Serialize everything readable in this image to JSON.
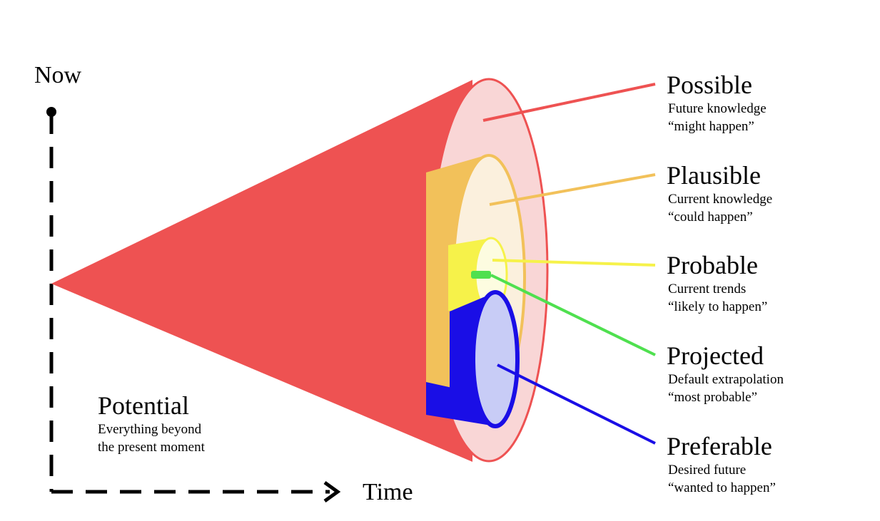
{
  "axes": {
    "now_label": "Now",
    "time_label": "Time"
  },
  "potential": {
    "title": "Potential",
    "line1": "Everything beyond",
    "line2": "the present moment"
  },
  "categories": [
    {
      "key": "possible",
      "title": "Possible",
      "line1": "Future knowledge",
      "line2": "“might happen”",
      "color": "#ee5252"
    },
    {
      "key": "plausible",
      "title": "Plausible",
      "line1": "Current knowledge",
      "line2": "“could happen”",
      "color": "#f2c15a"
    },
    {
      "key": "probable",
      "title": "Probable",
      "line1": "Current trends",
      "line2": "“likely to happen”",
      "color": "#f4f04a"
    },
    {
      "key": "projected",
      "title": "Projected",
      "line1": "Default extrapolation",
      "line2": "“most probable”",
      "color": "#4fe04f"
    },
    {
      "key": "preferable",
      "title": "Preferable",
      "line1": "Desired future",
      "line2": "“wanted to happen”",
      "color": "#1a0ee6"
    }
  ],
  "colors": {
    "possible_fill": "#ee5252",
    "possible_face": "#f9d6d6",
    "plausible_side": "#f2c15a",
    "plausible_face": "#fbf0dd",
    "probable_side": "#f6f24a",
    "probable_face": "#fdfce0",
    "projected": "#4fe04f",
    "preferable_side": "#1a0ee6",
    "preferable_face": "#c8ccf6",
    "axis": "#000000"
  }
}
